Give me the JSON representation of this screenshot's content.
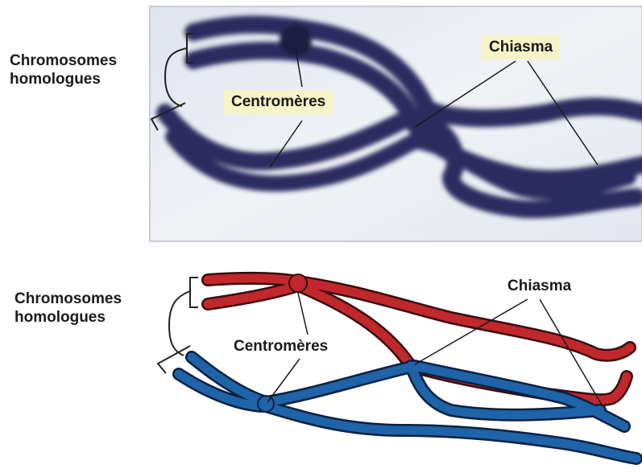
{
  "top_panel": {
    "homologues_label_line1": "Chromosomes",
    "homologues_label_line2": "homologues",
    "centromeres_label": "Centromères",
    "chiasma_label": "Chiasma"
  },
  "bottom_panel": {
    "homologues_label_line1": "Chromosomes",
    "homologues_label_line2": "homologues",
    "centromeres_label": "Centromères",
    "chiasma_label": "Chiasma"
  },
  "colors": {
    "micrograph_stain": "#1f1a55",
    "micrograph_bg": "#e9ecf3",
    "chromosome_red": "#c0282c",
    "chromosome_blue": "#1f63a8",
    "label_box": "#f6f4c6"
  }
}
